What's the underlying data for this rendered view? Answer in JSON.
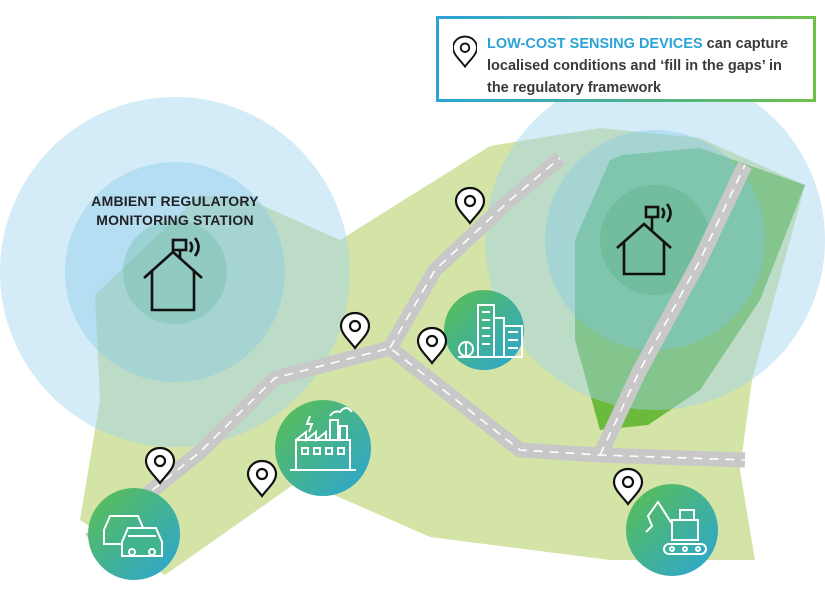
{
  "callout": {
    "highlight": "LOW-COST SENSING DEVICES",
    "text": "can capture localised conditions and ‘fill in the gaps’ in the regulatory framework"
  },
  "station": {
    "label_line1": "AMBIENT REGULATORY",
    "label_line2": "MONITORING STATION"
  },
  "icons": [
    "house-antenna-icon",
    "city-buildings-icon",
    "factory-icon",
    "cars-icon",
    "excavator-icon",
    "location-pin-icon"
  ],
  "colors": {
    "land": "#d3e4a6",
    "zone": "#6cba3c",
    "coverage": "#9fd3ef",
    "road": "#c8c8c8",
    "accent_blue": "#2ba3d8",
    "accent_green": "#6cc04a"
  }
}
